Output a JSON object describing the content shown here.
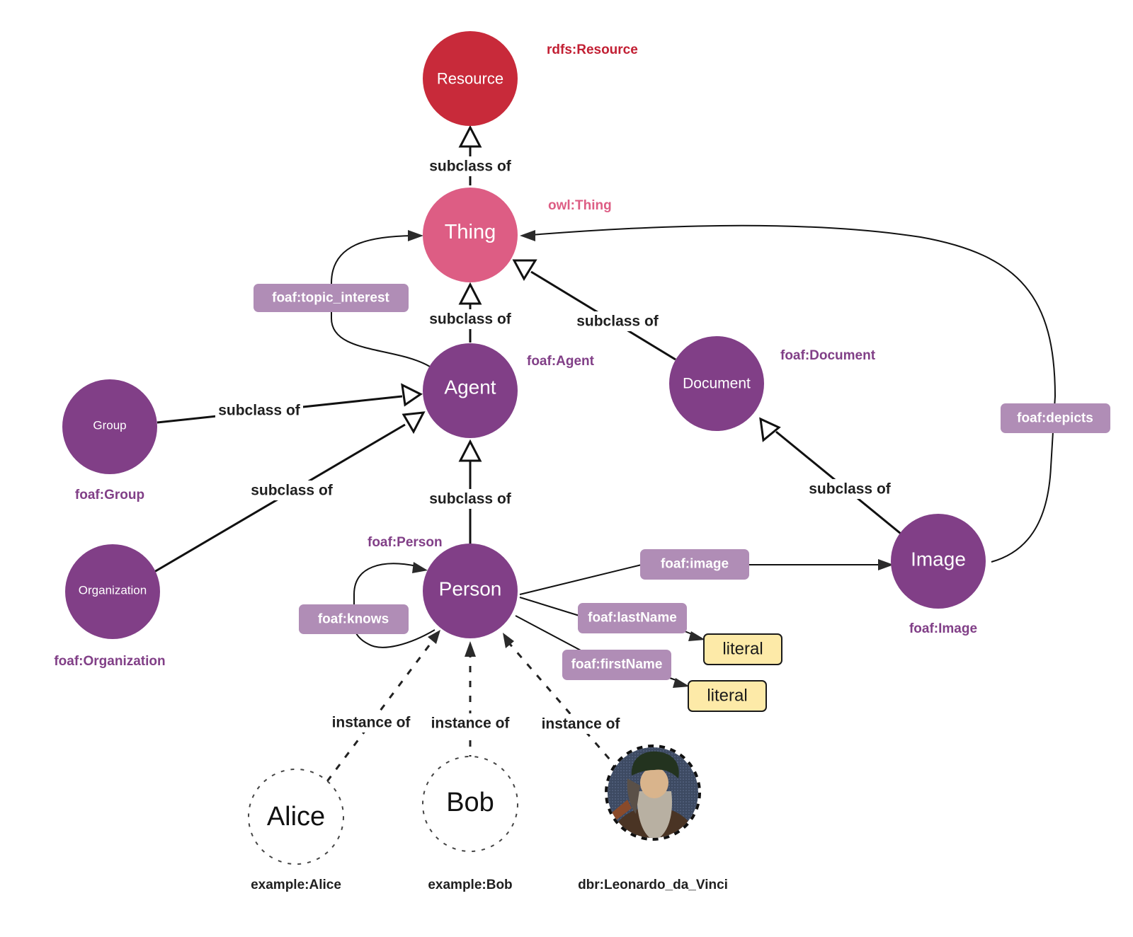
{
  "colors": {
    "resource": "#c82a3a",
    "thing": "#dd5d84",
    "foaf_class": "#813f87",
    "property_box": "#b08db6",
    "literal_fill": "#fdeaa8",
    "edge_line": "#111111"
  },
  "nodes": {
    "resource": {
      "label": "Resource",
      "ns": "rdfs:Resource"
    },
    "thing": {
      "label": "Thing",
      "ns": "owl:Thing"
    },
    "agent": {
      "label": "Agent",
      "ns": "foaf:Agent"
    },
    "document": {
      "label": "Document",
      "ns": "foaf:Document"
    },
    "group": {
      "label": "Group",
      "ns": "foaf:Group"
    },
    "organization": {
      "label": "Organization",
      "ns": "foaf:Organization"
    },
    "person": {
      "label": "Person",
      "ns": "foaf:Person"
    },
    "image": {
      "label": "Image",
      "ns": "foaf:Image"
    }
  },
  "instances": {
    "alice": {
      "label": "Alice",
      "ns": "example:Alice"
    },
    "bob": {
      "label": "Bob",
      "ns": "example:Bob"
    },
    "leonardo": {
      "label": "",
      "ns": "dbr:Leonardo_da_Vinci",
      "icon": "portrait-photo"
    }
  },
  "edges": {
    "subclass": "subclass of",
    "instance": "instance of"
  },
  "properties": {
    "topic_interest": "foaf:topic_interest",
    "knows": "foaf:knows",
    "image": "foaf:image",
    "lastName": "foaf:lastName",
    "firstName": "foaf:firstName",
    "depicts": "foaf:depicts"
  },
  "literals": {
    "lastName_value": "literal",
    "firstName_value": "literal"
  }
}
